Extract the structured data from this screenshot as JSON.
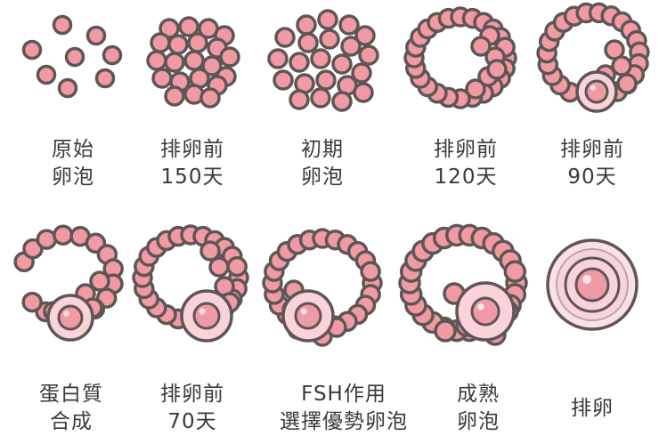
{
  "colors": {
    "cell_fill": "#f29aa3",
    "cell_stroke": "#5e5656",
    "oocyte_outer": "#f9d3d8",
    "oocyte_inner": "#ef9aa5",
    "label_text": "#3a3a3a"
  },
  "stages": [
    {
      "id": "primordial",
      "label": [
        "原始",
        "卵泡"
      ]
    },
    {
      "id": "pre-ovulation-150",
      "label": [
        "排卵前",
        "150天"
      ]
    },
    {
      "id": "early",
      "label": [
        "初期",
        "卵泡"
      ]
    },
    {
      "id": "pre-ovulation-120",
      "label": [
        "排卵前",
        "120天"
      ]
    },
    {
      "id": "pre-ovulation-90",
      "label": [
        "排卵前",
        "90天"
      ]
    },
    {
      "id": "protein-synthesis",
      "label": [
        "蛋白質",
        "合成"
      ]
    },
    {
      "id": "pre-ovulation-70",
      "label": [
        "排卵前",
        "70天"
      ]
    },
    {
      "id": "fsh-selection",
      "label": [
        "FSH作用",
        "選擇優勢卵泡"
      ]
    },
    {
      "id": "mature",
      "label": [
        "成熟",
        "卵泡"
      ]
    },
    {
      "id": "ovulation",
      "label": [
        "排卵"
      ]
    }
  ]
}
